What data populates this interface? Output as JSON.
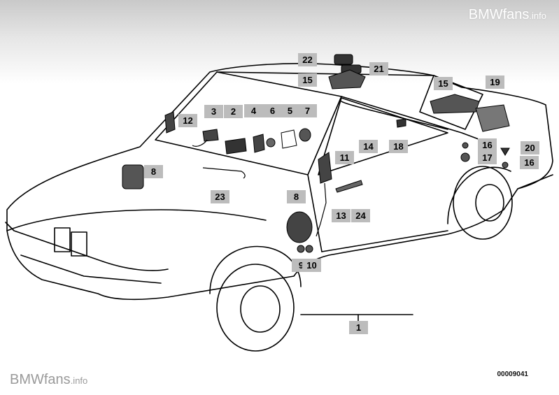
{
  "watermark_top": {
    "brand": "BMWfans",
    "suffix": ".info"
  },
  "watermark_bottom": {
    "brand": "BMWfans",
    "suffix": ".info"
  },
  "diagram_ref": "00009041",
  "callouts": [
    "22",
    "21",
    "15",
    "15",
    "19",
    "12",
    "3",
    "2",
    "4",
    "6",
    "5",
    "7",
    "11",
    "14",
    "18",
    "16",
    "17",
    "20",
    "16",
    "8",
    "23",
    "8",
    "13",
    "24",
    "9",
    "10",
    "1"
  ]
}
